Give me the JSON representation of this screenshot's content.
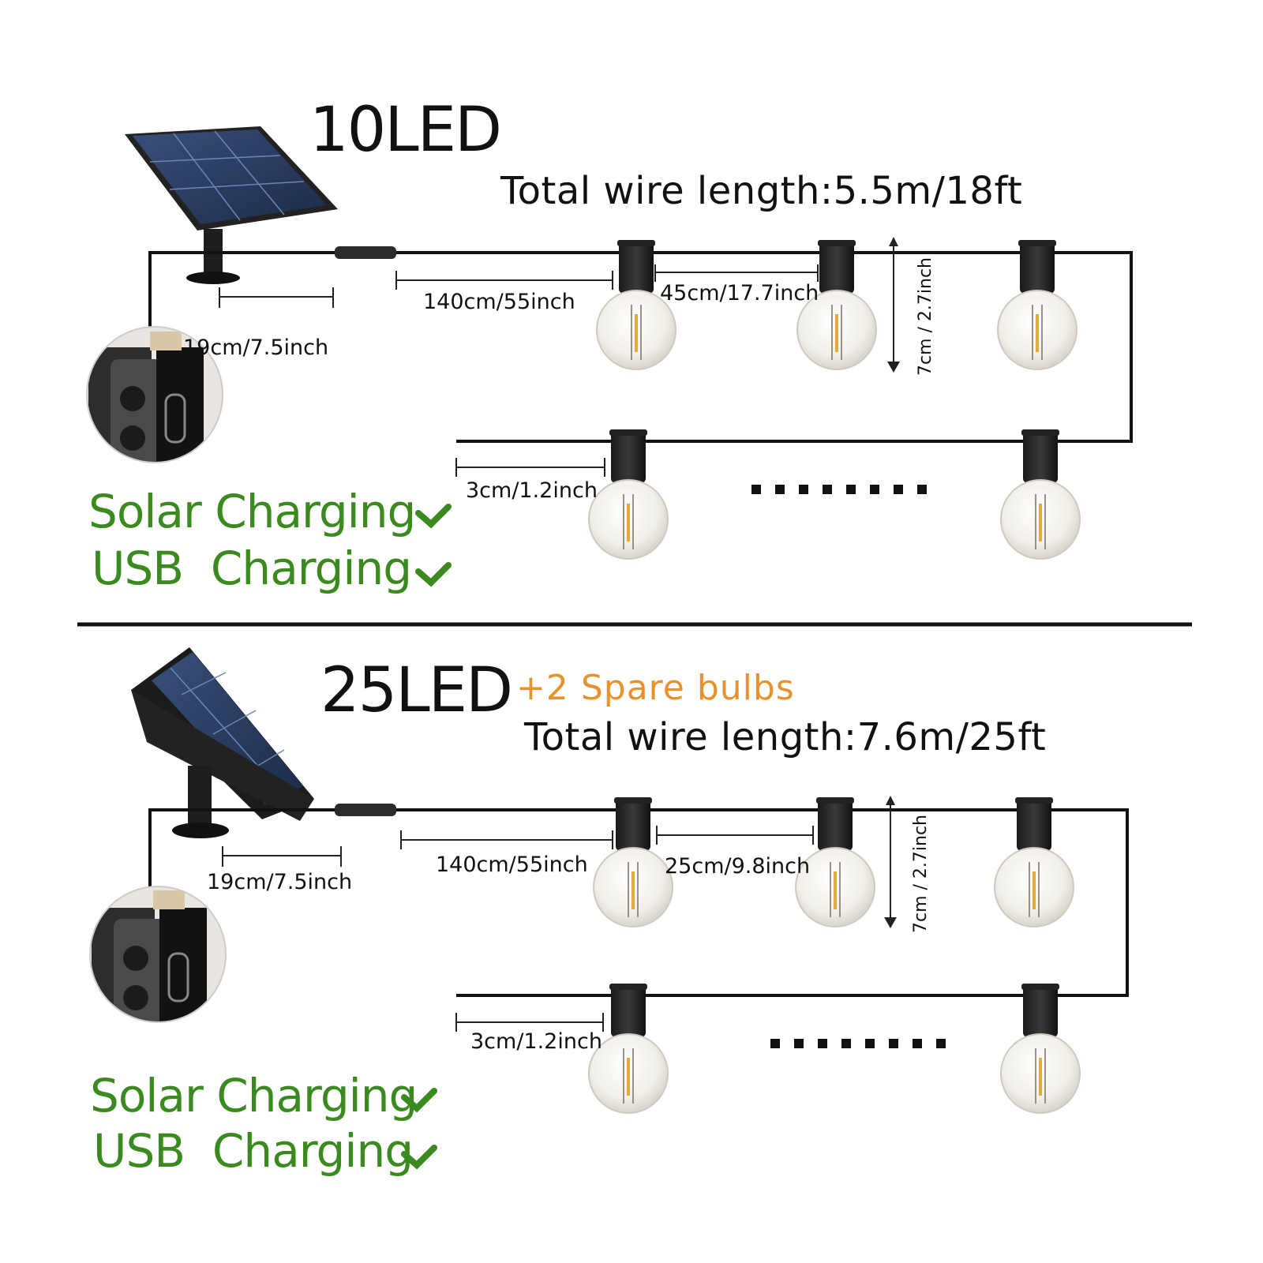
{
  "colors": {
    "green": "#3a8a1f",
    "orange": "#e8922e",
    "wire": "#111111",
    "panel": "#1f2a44"
  },
  "sections": [
    {
      "title": "10LED",
      "total_wire": "Total wire length:5.5m/18ft",
      "dims": {
        "panel_to_connector": "19cm/7.5inch",
        "lead_wire": "140cm/55inch",
        "bulb_spacing": "45cm/17.7inch",
        "bulb_height": "7cm / 2.7inch",
        "socket_gap": "3cm/1.2inch"
      },
      "charging": [
        {
          "label": "Solar Charging",
          "check": "✔"
        },
        {
          "label": "USB  Charging",
          "check": "✔"
        }
      ]
    },
    {
      "title": "25LED",
      "extra": "+2 Spare bulbs",
      "total_wire": "Total wire length:7.6m/25ft",
      "dims": {
        "panel_to_connector": "19cm/7.5inch",
        "lead_wire": "140cm/55inch",
        "bulb_spacing": "25cm/9.8inch",
        "bulb_height": "7cm / 2.7inch",
        "socket_gap": "3cm/1.2inch"
      },
      "charging": [
        {
          "label": "Solar Charging",
          "check": "✔"
        },
        {
          "label": "USB  Charging",
          "check": "✔"
        }
      ]
    }
  ],
  "icons": [
    "solar-panel-icon",
    "usb-port-icon",
    "bulb-icon",
    "connector-icon"
  ]
}
